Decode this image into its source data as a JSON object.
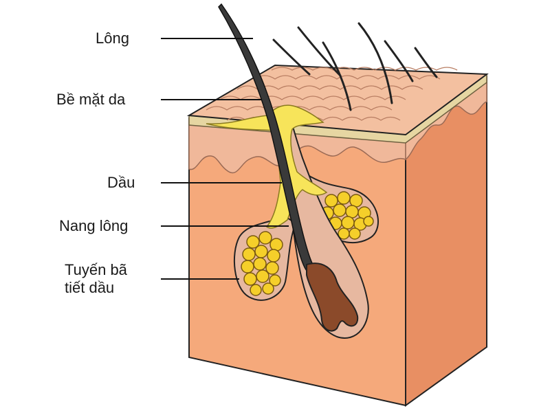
{
  "diagram": {
    "labels": {
      "hair": "Lông",
      "skin_surface": "Bề mặt da",
      "oil": "Dầu",
      "hair_follicle": "Nang lông",
      "sebaceous_gland_line1": "Tuyến bã",
      "sebaceous_gland_line2": "tiết dầu"
    },
    "colors": {
      "dermis": "#f5a97b",
      "epidermis": "#f0b89a",
      "skin_surface": "#f3c0a0",
      "surface_layer": "#e6d6a2",
      "oil": "#f7e45a",
      "gland_cells": "#f5cf2a",
      "hair": "#3a3a3a",
      "hair_bulb": "#8b4a2a",
      "follicle": "#e7b8a0"
    }
  }
}
